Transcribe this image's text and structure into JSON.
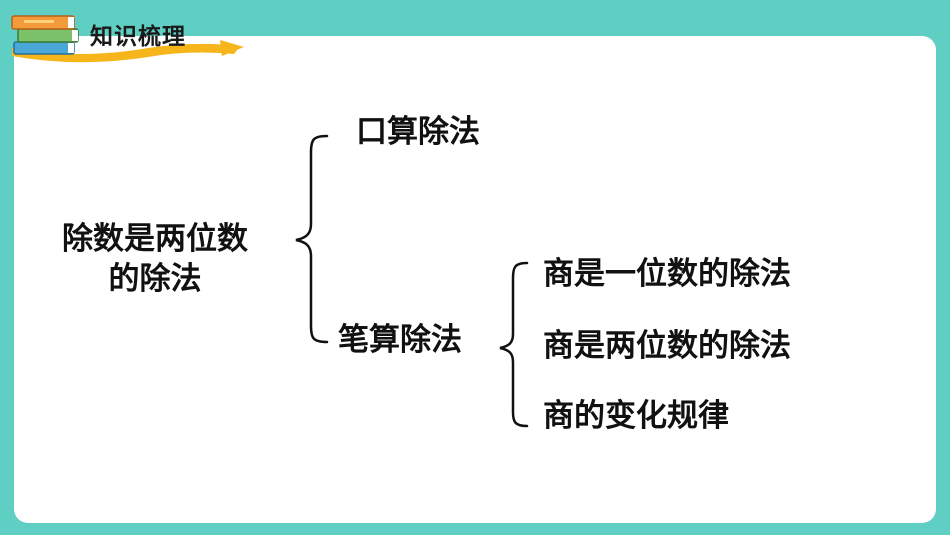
{
  "header": {
    "title": "知识梳理",
    "icon": "books-icon"
  },
  "diagram": {
    "root": {
      "line1": "除数是两位数",
      "line2": "的除法"
    },
    "branch_mental": "口算除法",
    "branch_written": "笔算除法",
    "written_children": [
      "商是一位数的除法",
      "商是两位数的除法",
      "商的变化规律"
    ]
  },
  "colors": {
    "background": "#5fcfc4",
    "panel": "#ffffff",
    "ribbon": "#f5b51b",
    "text": "#111111"
  }
}
